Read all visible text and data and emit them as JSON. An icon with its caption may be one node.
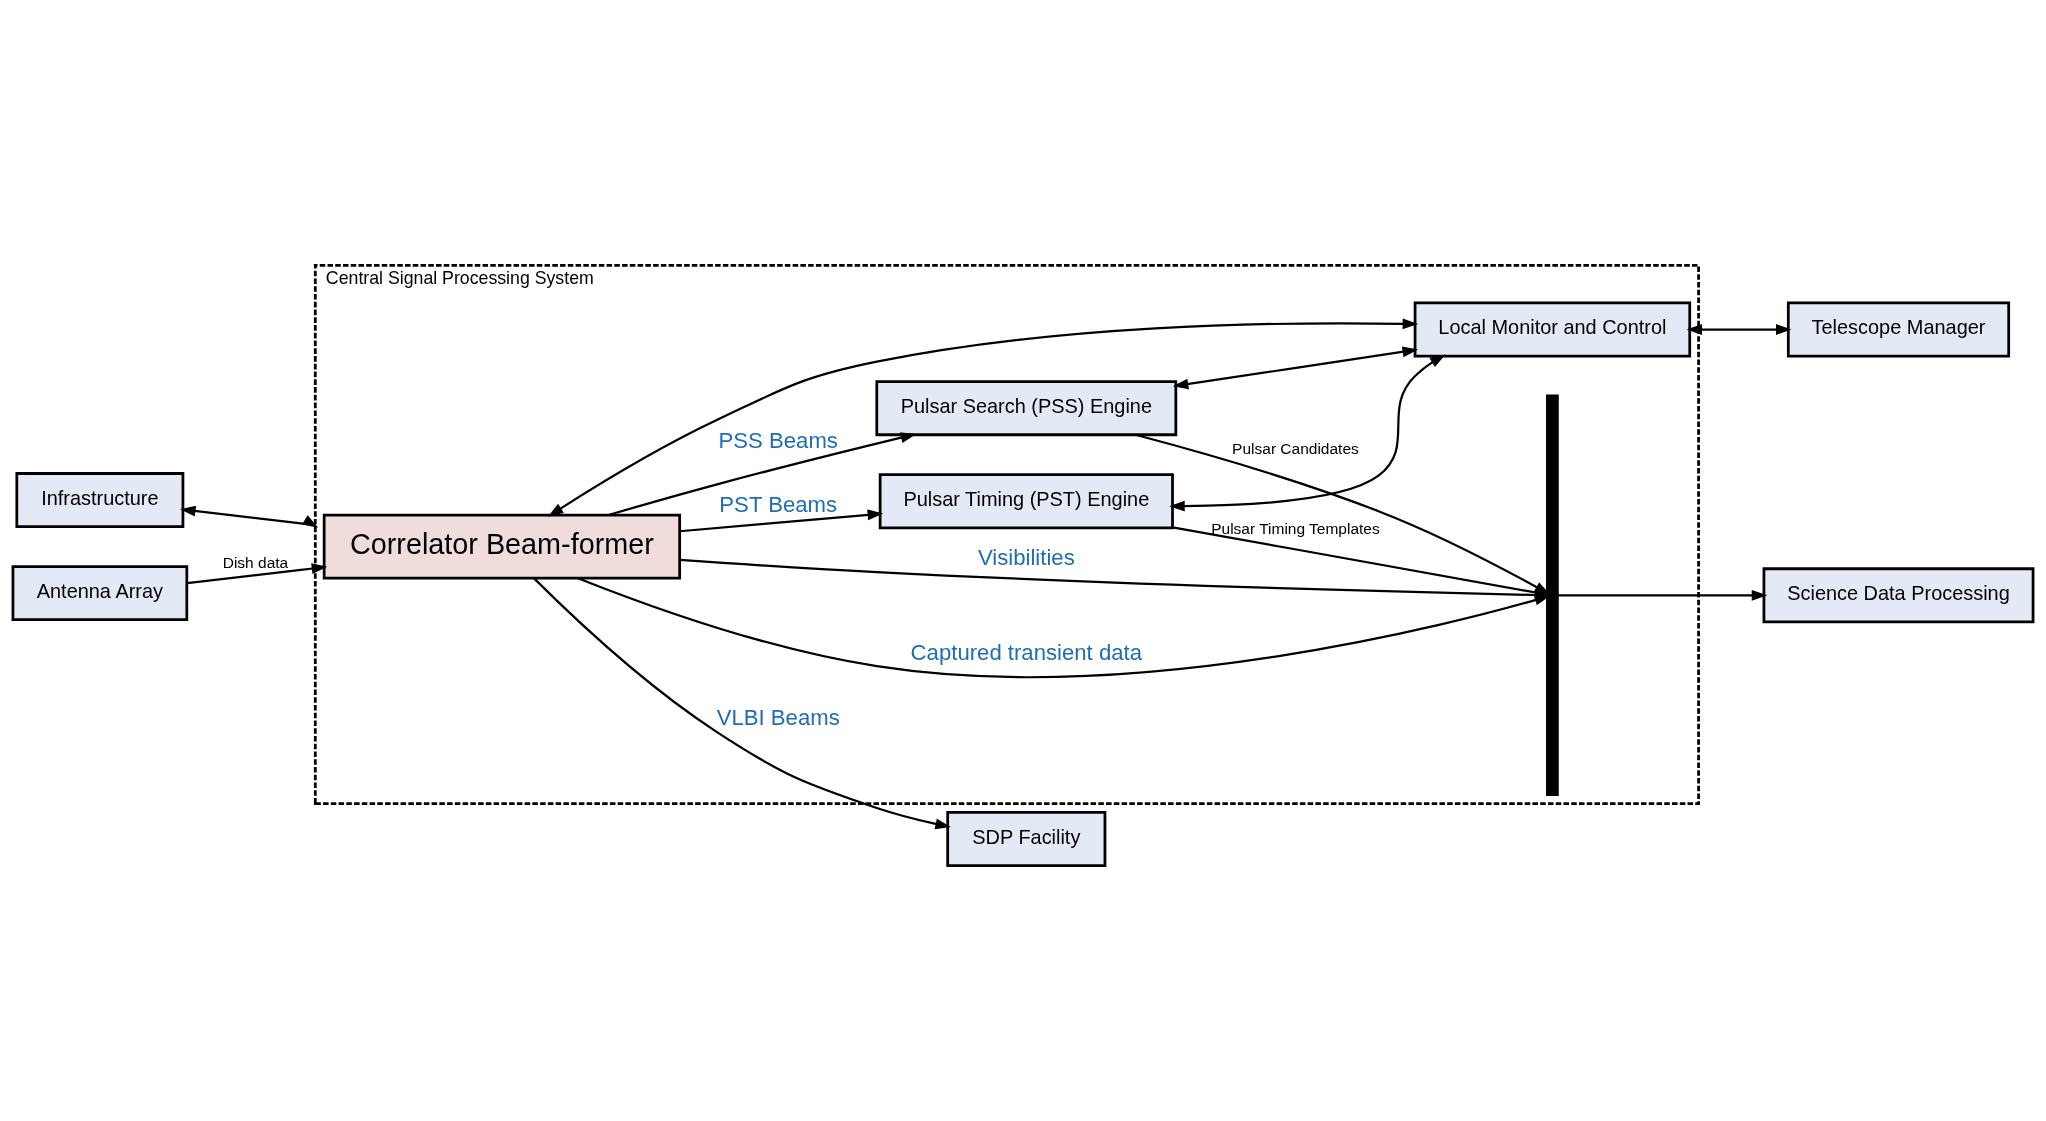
{
  "diagram": {
    "nodes": [
      {
        "text": [
          "Infrastructure"
        ]
      },
      {
        "text": [
          "Central Signal Processing System"
        ]
      },
      {
        "text": [
          "Antenna Array"
        ]
      },
      {
        "text": [
          "Correlator Beam-former"
        ],
        "in": 1
      },
      {
        "text": [
          "Pulsar Search (PSS) Engine"
        ],
        "in": 1
      },
      {
        "text": [
          "Pulsar Timing (PST) Engine"
        ],
        "in": 1
      },
      {
        "text": [
          "Local Monitor and Control"
        ],
        "in": 1
      },
      {
        "text": [],
        "shape": "bar",
        "in": 1
      },
      {
        "text": [
          "SDP Facility"
        ]
      },
      {
        "text": [
          "Science Data Processing"
        ]
      },
      {
        "text": [
          "Telescope Manager"
        ]
      }
    ],
    "edges": [
      {
        "from": 0,
        "to": 1,
        "arrow": "both"
      },
      {
        "from": 2,
        "to": 3,
        "arrow": "to",
        "label": "Dish data"
      },
      {
        "from": 3,
        "to": 8,
        "arrow": "to",
        "label": "VLBI Beams"
      },
      {
        "from": 3,
        "to": 7,
        "arrow": "to",
        "label": "Captured transient data"
      },
      {
        "from": 3,
        "to": 7,
        "arrow": "to",
        "label": "Visibilities"
      },
      {
        "from": 3,
        "to": 4,
        "arrow": "to",
        "label": "PSS Beams"
      },
      {
        "from": 3,
        "to": 5,
        "arrow": "to",
        "label": "PST Beams"
      },
      {
        "from": 4,
        "to": 7,
        "arrow": "to",
        "label": "Pulsar Candidates"
      },
      {
        "from": 5,
        "to": 7,
        "arrow": "to",
        "label": "Pulsar Timing Templates"
      },
      {
        "from": 7,
        "to": 9,
        "arrow": "to"
      },
      {
        "from": 3,
        "to": 6,
        "arrow": "both"
      },
      {
        "from": 5,
        "to": 6,
        "arrow": "both"
      },
      {
        "from": 4,
        "to": 6,
        "arrow": "both"
      },
      {
        "from": 6,
        "to": 10,
        "arrow": "both"
      }
    ]
  }
}
